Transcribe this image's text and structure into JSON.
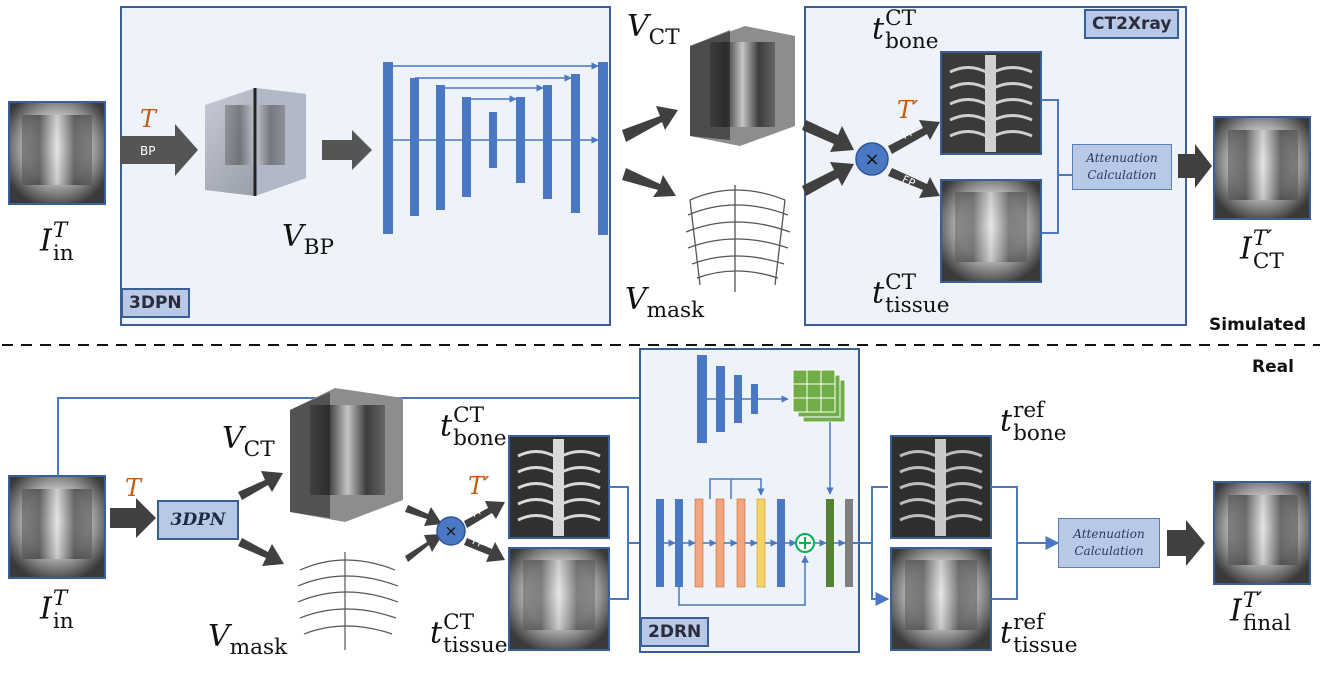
{
  "boxes": {
    "top_module": "3DPN",
    "ct2xray": "CT2Xray",
    "bottom_3dpn": "3DPN",
    "drn": "2DRN"
  },
  "sections": {
    "top": "Simulated",
    "bottom": "Real"
  },
  "transforms": {
    "T": "T",
    "T_prime": "T′"
  },
  "ops": {
    "bp": "BP",
    "fp": "FP",
    "attenuation_line1": "Attenuation",
    "attenuation_line2": "Calculation"
  },
  "labels": {
    "I_in_top": {
      "base": "I",
      "sub": "in",
      "sup": "T"
    },
    "I_ct": {
      "base": "I",
      "sub": "CT",
      "sup": "T′"
    },
    "V_bp": {
      "base": "V",
      "sub": "BP"
    },
    "V_ct_top": {
      "base": "V",
      "sub": "CT"
    },
    "V_mask_top": {
      "base": "V",
      "sub": "mask"
    },
    "t_bone_ct_top": {
      "base": "t",
      "sup": "CT",
      "sub": "bone"
    },
    "t_tissue_ct_top": {
      "base": "t",
      "sup": "CT",
      "sub": "tissue"
    },
    "I_in_bottom": {
      "base": "I",
      "sub": "in",
      "sup": "T"
    },
    "V_ct_bottom": {
      "base": "V",
      "sub": "CT"
    },
    "V_mask_bottom": {
      "base": "V",
      "sub": "mask"
    },
    "t_bone_ct_bottom": {
      "base": "t",
      "sup": "CT",
      "sub": "bone"
    },
    "t_tissue_ct_bottom": {
      "base": "t",
      "sup": "CT",
      "sub": "tissue"
    },
    "t_bone_ref": {
      "base": "t",
      "sup": "ref",
      "sub": "bone"
    },
    "t_tissue_ref": {
      "base": "t",
      "sup": "ref",
      "sub": "tissue"
    },
    "I_final": {
      "base": "I",
      "sub": "final",
      "sup": "T′"
    }
  },
  "colors": {
    "panel_fill": "#eef2f9",
    "panel_border": "#3a5f96",
    "tag_fill": "#b7c9e6",
    "network_blue": "#4a78c2",
    "network_orange": "#f3a57f",
    "network_yellow": "#f6d26a",
    "network_green": "#548235",
    "network_gray": "#7f7f7f",
    "feature_green": "#70ad47",
    "arrow_dark": "#404040",
    "transform_orange": "#c55a11"
  }
}
